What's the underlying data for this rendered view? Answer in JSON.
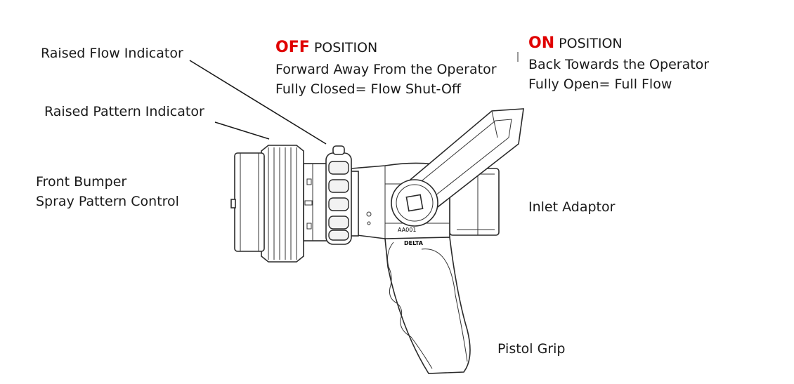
{
  "labels": {
    "raised_flow_indicator": "Raised Flow Indicator",
    "raised_pattern_indicator": "Raised Pattern Indicator",
    "front_bumper": "Front Bumper",
    "spray_pattern_control": "Spray Pattern Control",
    "inlet_adaptor": "Inlet Adaptor",
    "pistol_grip": "Pistol Grip"
  },
  "off_block": {
    "keyword": "OFF",
    "position": "POSITION",
    "line1": "Forward Away From the Operator",
    "line2": "Fully Closed= Flow Shut-Off"
  },
  "on_block": {
    "keyword": "ON",
    "position": "POSITION",
    "line1": "Back Towards the Operator",
    "line2": "Fully Open= Full Flow"
  },
  "stamps": {
    "model": "AA001",
    "brand": "DELTA"
  },
  "colors": {
    "accent_red": "#e00000",
    "line": "#1a1a1a"
  }
}
